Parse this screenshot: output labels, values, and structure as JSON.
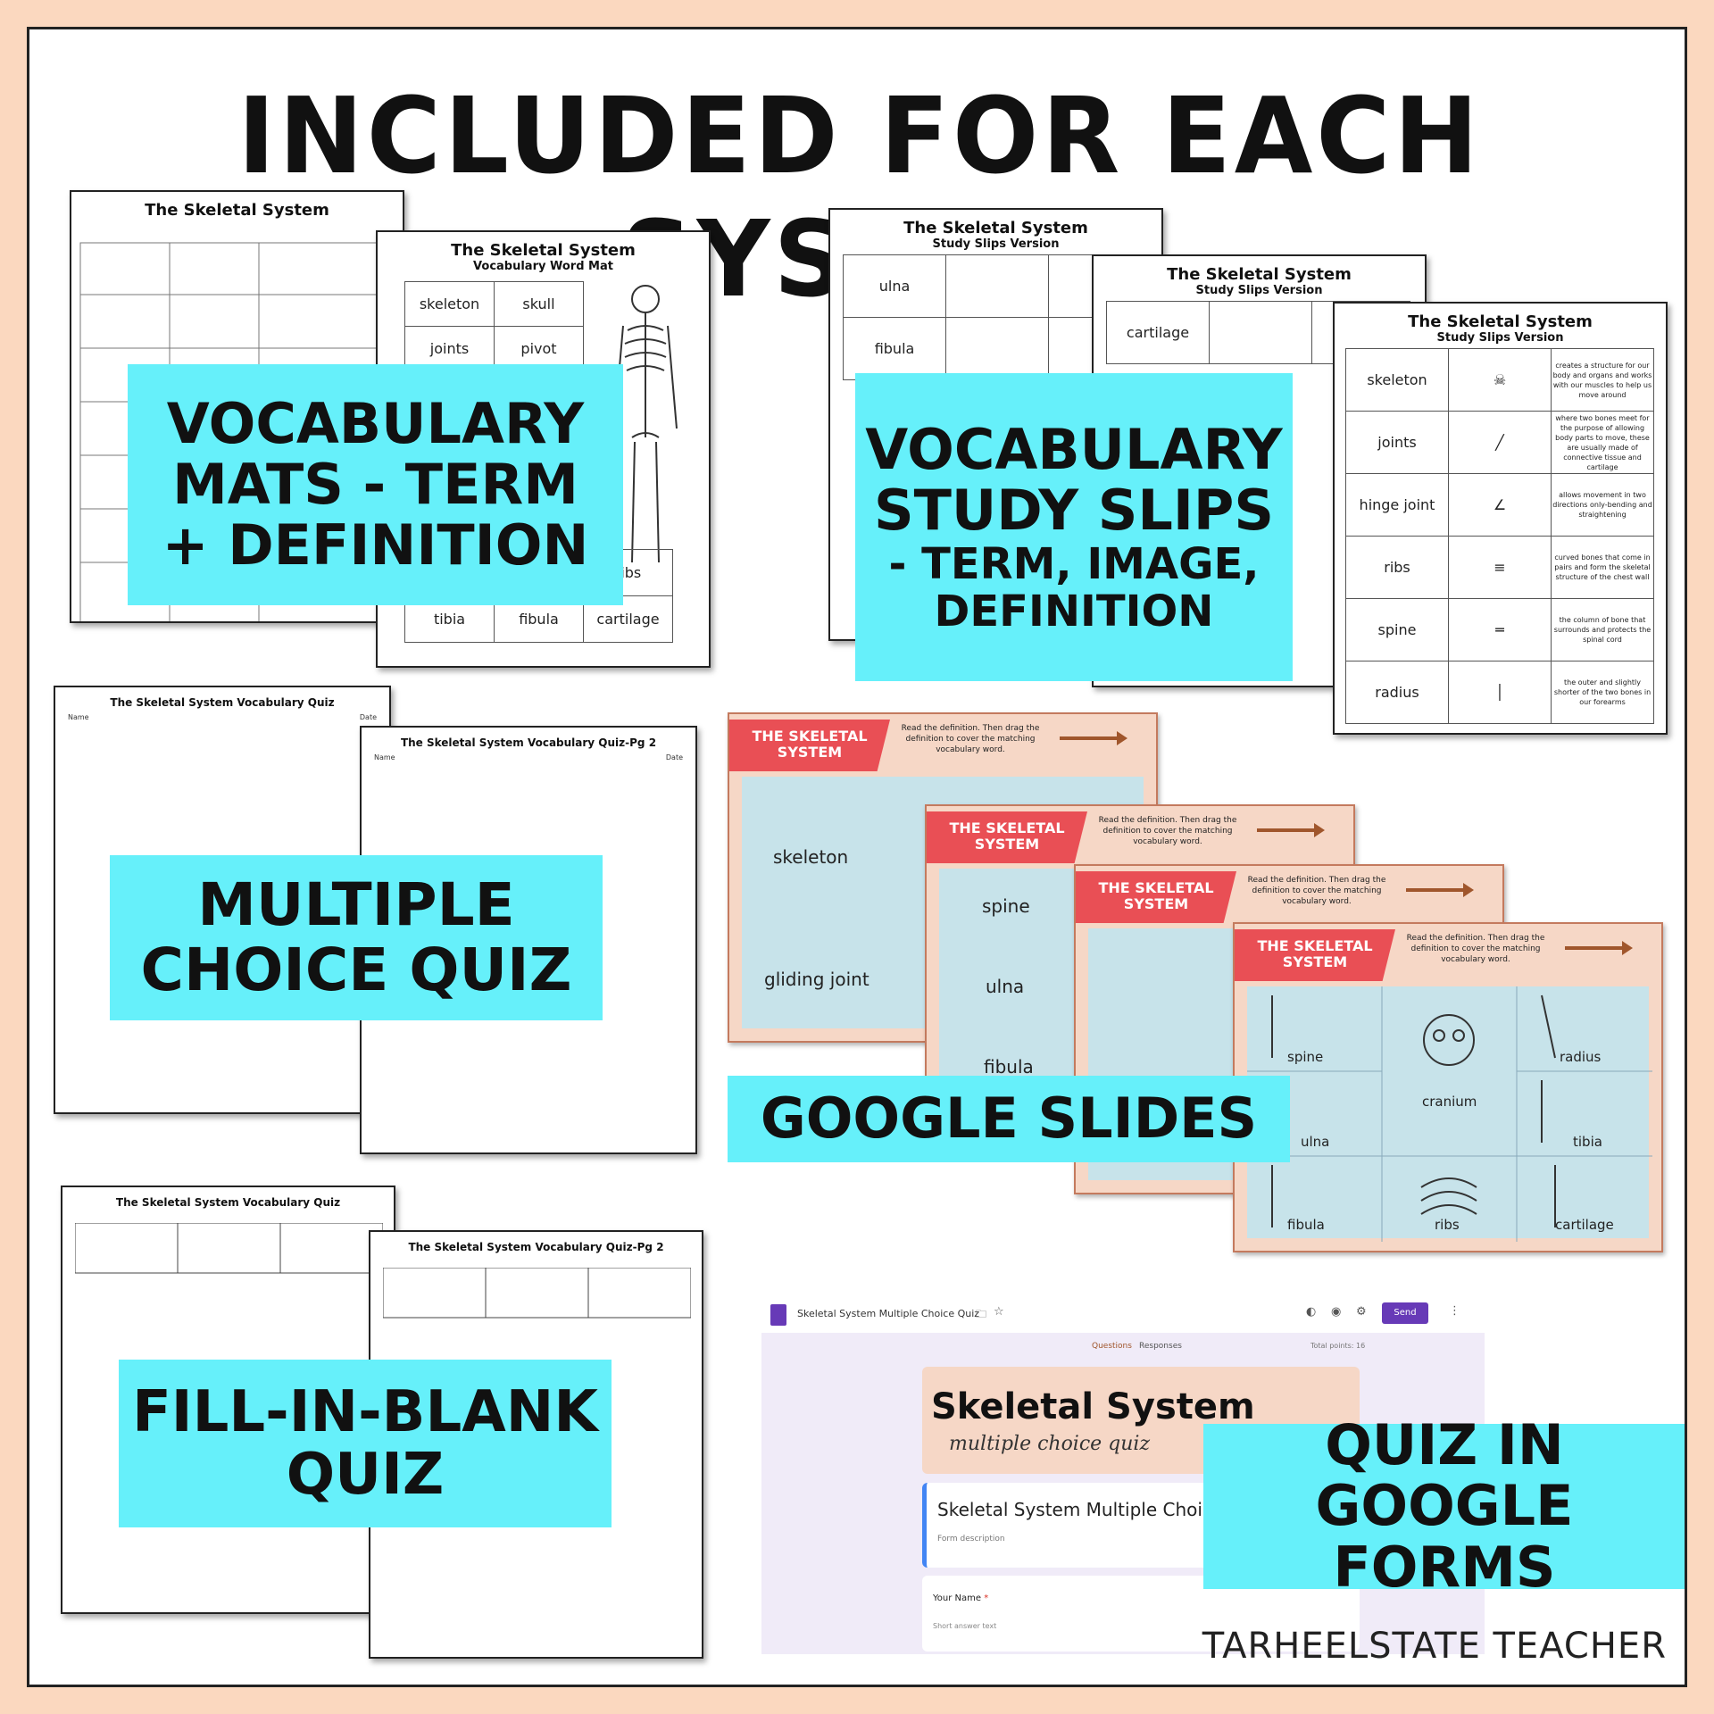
{
  "title": "INCLUDED FOR EACH SYSTEM",
  "brand": "TARHEELSTATE TEACHER",
  "labels": {
    "mats": [
      "VOCABULARY",
      "MATS - TERM",
      "+ DEFINITION"
    ],
    "slips": [
      "VOCABULARY",
      "STUDY SLIPS",
      "- TERM, IMAGE,",
      "DEFINITION"
    ],
    "mc_quiz": [
      "MULTIPLE",
      "CHOICE QUIZ"
    ],
    "slides": [
      "GOOGLE SLIDES"
    ],
    "fill": [
      "FILL-IN-BLANK",
      "QUIZ"
    ],
    "forms": [
      "QUIZ IN GOOGLE",
      "FORMS"
    ]
  },
  "mats": {
    "page1_title": "The Skeletal System",
    "page2_title": "The Skeletal System",
    "page2_sub": "Vocabulary Word Mat",
    "terms": [
      "skeleton",
      "skull",
      "joints",
      "pivot",
      "ribs",
      "tibia",
      "fibula",
      "cartilage"
    ]
  },
  "slips": {
    "title": "The Skeletal System",
    "sub": "Study Slips Version",
    "rows_back": [
      "ulna",
      "fibula"
    ],
    "rows_mid": [
      "cartilage"
    ],
    "rows_front": [
      {
        "term": "skeleton",
        "def": "creates a structure for our body and organs and works with our muscles to help us move around"
      },
      {
        "term": "joints",
        "def": "where two bones meet for the purpose of allowing body parts to move, these are usually made of connective tissue and cartilage"
      },
      {
        "term": "hinge joint",
        "def": "allows movement in two directions only-bending and straightening"
      },
      {
        "term": "ribs",
        "def": "curved bones that come in pairs and form the skeletal structure of the chest wall"
      },
      {
        "term": "spine",
        "def": "the column of bone that surrounds and protects the spinal cord"
      },
      {
        "term": "radius",
        "def": "the outer and slightly shorter of the two bones in our forearms"
      }
    ]
  },
  "mc": {
    "page1_title": "The Skeletal System Vocabulary Quiz",
    "page2_title": "The Skeletal System Vocabulary Quiz-Pg 2",
    "name": "Name",
    "date": "Date"
  },
  "slides": {
    "banner": "THE SKELETAL SYSTEM",
    "instr": "Read the definition. Then drag the definition to cover the matching vocabulary word.",
    "s1": [
      "skeleton",
      "gliding joint"
    ],
    "s2": [
      "spine",
      "ulna",
      "fibula"
    ],
    "s4": [
      "spine",
      "cranium",
      "radius",
      "ulna",
      "tibia",
      "fibula",
      "ribs",
      "cartilage"
    ]
  },
  "fill": {
    "page1_title": "The Skeletal System Vocabulary Quiz",
    "page2_title": "The Skeletal System Vocabulary Quiz-Pg 2"
  },
  "forms": {
    "doc_title": "Skeletal System Multiple Choice Quiz",
    "send": "Send",
    "tab_questions": "Questions",
    "tab_responses": "Responses",
    "points": "Total points: 16",
    "header_title": "Skeletal System",
    "header_sub": "multiple choice quiz",
    "form_title": "Skeletal System Multiple Choice Q",
    "form_desc": "Form description",
    "your_name": "Your Name",
    "short_answer": "Short answer text"
  }
}
